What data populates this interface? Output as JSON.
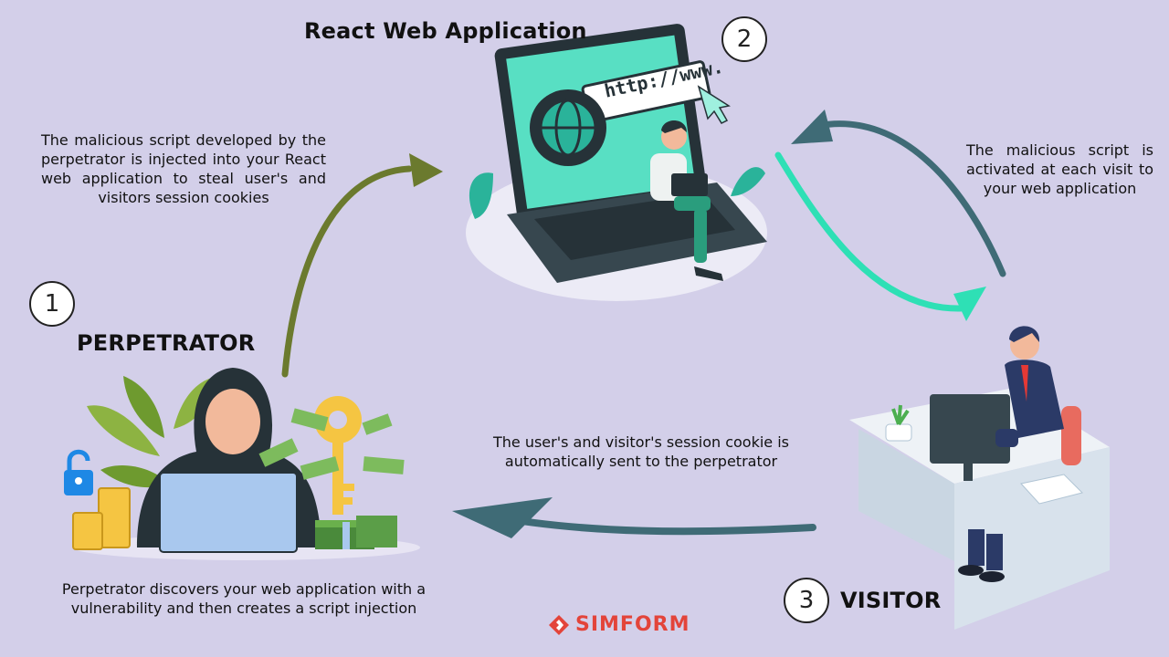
{
  "colors": {
    "background": "#d3cfe9",
    "arrow_olive": "#6b7a2e",
    "arrow_teal_dark": "#3f6b76",
    "arrow_teal_bright": "#2ee0b5",
    "logo_red": "#e3443a"
  },
  "web_app": {
    "title": "React Web Application",
    "step": "2",
    "url_text": "http://www.",
    "icon": "globe-icon"
  },
  "perpetrator": {
    "title": "PERPETRATOR",
    "step": "1",
    "caption": "Perpetrator discovers your web application with a vulnerability and then creates a script injection",
    "icons": [
      "unlock-icon",
      "key-icon",
      "coins-icon",
      "money-icon",
      "plant-icon"
    ]
  },
  "visitor": {
    "title": "VISITOR",
    "step": "3"
  },
  "descriptions": {
    "injection": "The malicious script developed by the perpetrator is injected into your React web application to steal user's and visitors session cookies",
    "activation": "The malicious script is activated at each visit to your web application",
    "cookie": "The user's and visitor's session cookie is automatically sent to the perpetrator"
  },
  "logo": {
    "text": "SIMFORM",
    "icon": "simform-logo-icon"
  }
}
